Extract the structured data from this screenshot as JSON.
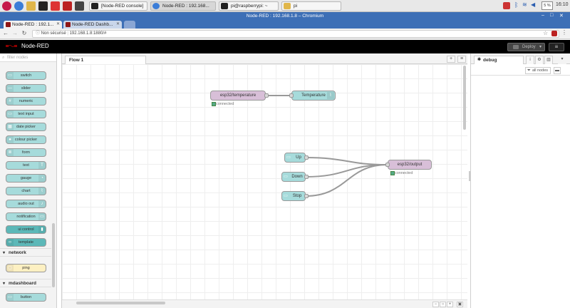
{
  "taskbar": {
    "tasks": [
      {
        "label": "[Node-RED console]"
      },
      {
        "label": "Node-RED : 192.168..."
      },
      {
        "label": "pi@raspberrypi: ~"
      },
      {
        "label": "pi"
      }
    ],
    "cpu": "5 %",
    "clock": "16:10"
  },
  "browser": {
    "window_title": "Node-RED : 192.168.1.8 – Chromium",
    "tabs": [
      {
        "label": "Node-RED : 192.1..."
      },
      {
        "label": "Node-RED Dashb..."
      }
    ],
    "security": "Non sécurisé",
    "url": "192.168.1.8:1880/#"
  },
  "header": {
    "title": "Node-RED",
    "deploy_label": "Deploy",
    "menu_icon": "hamburger-icon"
  },
  "palette": {
    "search_placeholder": "filter nodes",
    "nodes_top": [
      {
        "label": "switch"
      },
      {
        "label": "slider"
      },
      {
        "label": "numeric"
      },
      {
        "label": "text input"
      },
      {
        "label": "date picker"
      },
      {
        "label": "colour picker"
      },
      {
        "label": "form"
      },
      {
        "label": "text"
      },
      {
        "label": "gauge"
      },
      {
        "label": "chart"
      },
      {
        "label": "audio out"
      },
      {
        "label": "notification"
      },
      {
        "label": "ui control"
      },
      {
        "label": "template"
      }
    ],
    "category_network": "network",
    "node_ping": "ping",
    "category_mdashboard": "mdashboard",
    "node_button": "button"
  },
  "workspace": {
    "tab_label": "Flow 1",
    "nodes": {
      "mqtt_in": "esp32/temperature",
      "mqtt_in_status": "connected",
      "temp": "Temperature",
      "up": "Up",
      "down": "Down",
      "stop": "Stop",
      "mqtt_out": "esp32/output",
      "mqtt_out_status": "connected"
    }
  },
  "sidebar": {
    "tab_label": "debug",
    "filter_label": "all nodes"
  },
  "colors": {
    "mqtt": "#d8bfd8",
    "dashboard": "#a6dbdb",
    "ui_control": "#5cb8b8",
    "ping": "#fdf0c2",
    "header": "#000000",
    "chrome": "#3d6fb6"
  }
}
